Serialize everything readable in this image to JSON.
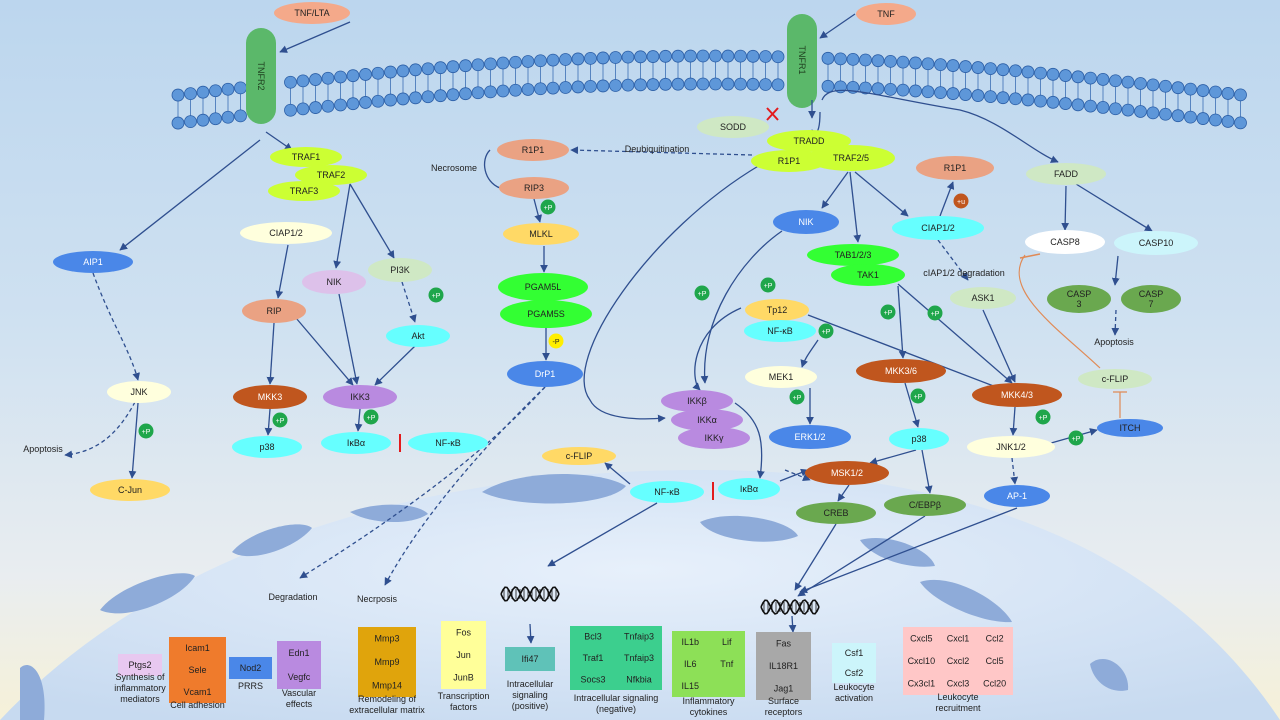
{
  "membrane": {
    "receptor_left": "TNFR2",
    "receptor_right": "TNFR1"
  },
  "ligands": {
    "left": "TNF/LTA",
    "right": "TNF"
  },
  "nodes": {
    "sodd": "SODD",
    "tradd": "TRADD",
    "rip1_right": "R1P1",
    "traf25": "TRAF2/5",
    "traf1": "TRAF1",
    "traf2": "TRAF2",
    "traf3": "TRAF3",
    "aip1": "AIP1",
    "ciap12_left": "CIAP1/2",
    "nik_left": "NIK",
    "pi3k": "PI3K",
    "rip": "RIP",
    "akt": "Akt",
    "mkk3": "MKK3",
    "ikk3": "IKK3",
    "p38_left": "p38",
    "ikba_left": "IκBα",
    "nfkb_left": "NF-κB",
    "jnk": "JNK",
    "cjun": "C-Jun",
    "apoptosis_left": "Apoptosis",
    "r1p1_nec": "R1P1",
    "rip3": "RIP3",
    "mlkl": "MLKL",
    "pgam5l": "PGAM5L",
    "pgam5s": "PGAM5S",
    "drp1": "DrP1",
    "necrosome": "Necrosome",
    "deubiq": "Deubiquitination",
    "nik_right": "NIK",
    "tab123": "TAB1/2/3",
    "tak1": "TAK1",
    "r1p1_top": "R1P1",
    "ciap12_right": "CIAP1/2",
    "ciap_degradation": "cIAP1/2 degradation",
    "ask1": "ASK1",
    "fadd": "FADD",
    "casp8": "CASP8",
    "casp10": "CASP10",
    "casp3": "CASP\n3",
    "casp7": "CASP\n7",
    "apoptosis_right": "Apoptosis",
    "cflip_right": "c-FLIP",
    "itch": "ITCH",
    "tp12": "Tp12",
    "nfkb_mid": "NF-κB",
    "mek1": "MEK1",
    "erk12": "ERK1/2",
    "mkk36": "MKK3/6",
    "p38_right": "p38",
    "mkk43": "MKK4/3",
    "jnk12": "JNK1/2",
    "ap1": "AP-1",
    "msk12": "MSK1/2",
    "creb": "CREB",
    "cebpb": "C/EBPβ",
    "ikkb": "IKKβ",
    "ikka": "IKKα",
    "ikkg": "IKKγ",
    "cflip_nuc": "c-FLIP",
    "nfkb_nuc": "NF-κB",
    "ikba_nuc": "IκBα",
    "degradation": "Degradation",
    "necrosis": "Necrposis"
  },
  "modifiers": {
    "phos": "+P",
    "dephos": "-P",
    "ubiq": "+u"
  },
  "genes": {
    "synth": {
      "genes": [
        "Ptgs2"
      ],
      "label": "Synthesis of\ninflammatory\nmediators"
    },
    "adhesion": {
      "genes": [
        "Icam1",
        "Sele",
        "Vcam1"
      ],
      "label": "Cell adhesion"
    },
    "prrs": {
      "genes": [
        "Nod2"
      ],
      "label": "PRRS"
    },
    "vascular": {
      "genes": [
        "Edn1",
        "Vegfc"
      ],
      "label": "Vascular\neffects"
    },
    "matrix": {
      "genes": [
        "Mmp3",
        "Mmp9",
        "Mmp14"
      ],
      "label": "Remodeling of\nextracellular matrix"
    },
    "tf": {
      "genes": [
        "Fos",
        "Jun",
        "JunB"
      ],
      "label": "Transcription\nfactors"
    },
    "intpos": {
      "genes": [
        "Ifi47"
      ],
      "label": "Intracellular\nsignaling\n(positive)"
    },
    "intneg": {
      "genes": [
        "Bcl3",
        "Tnfaip3",
        "Traf1",
        "Tnfaip3",
        "Socs3",
        "Nfkbia"
      ],
      "label": "Intracellular signaling\n(negative)"
    },
    "cyto": {
      "genes": [
        "IL1b",
        "Lif",
        "IL6",
        "Tnf",
        "IL15"
      ],
      "label": "Inflammatory\ncytokines"
    },
    "surface": {
      "genes": [
        "Fas",
        "IL18R1",
        "Jag1"
      ],
      "label": "Surface\nreceptors"
    },
    "leuko_act": {
      "genes": [
        "Csf1",
        "Csf2"
      ],
      "label": "Leukocyte\nactivation"
    },
    "leuko_rec": {
      "genes": [
        "Cxcl5",
        "Cxcl1",
        "Ccl2",
        "Cxcl10",
        "Cxcl2",
        "Ccl5",
        "Cx3cl1",
        "Cxcl3",
        "Ccl20"
      ],
      "label": "Leukocyte\nrecruitment"
    }
  },
  "colors": {
    "red_inhibit": "#e31a1c",
    "phos_green": "#1fa64b",
    "arrow": "#2f4f8f"
  }
}
